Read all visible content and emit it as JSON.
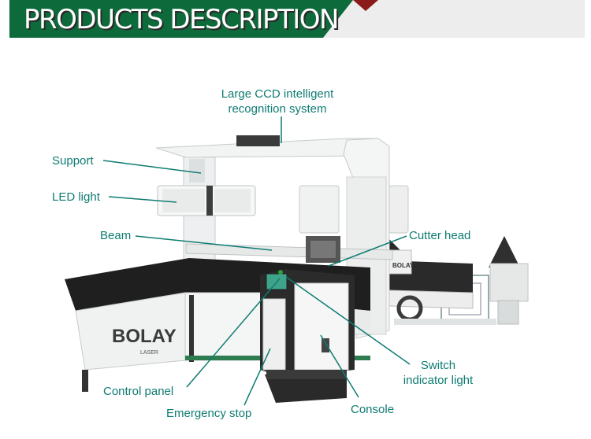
{
  "banner": {
    "title": "PRODUCTS DESCRIPTION",
    "colors": {
      "green": "#0d6a3a",
      "red": "#8b1a1a",
      "gray": "#ededed"
    }
  },
  "machine": {
    "brand_text": "BOLAY",
    "brand_subtext": "LASER",
    "head_brand_text": "BOLAY"
  },
  "callouts": {
    "ccd_line1": "Large CCD intelligent",
    "ccd_line2": "recognition system",
    "support": "Support",
    "led_light": "LED light",
    "beam": "Beam",
    "cutter_head": "Cutter head",
    "switch_line1": "Switch",
    "switch_line2": "indicator light",
    "control_panel": "Control panel",
    "emergency_stop": "Emergency stop",
    "console": "Console",
    "color": "#0e7c72"
  }
}
